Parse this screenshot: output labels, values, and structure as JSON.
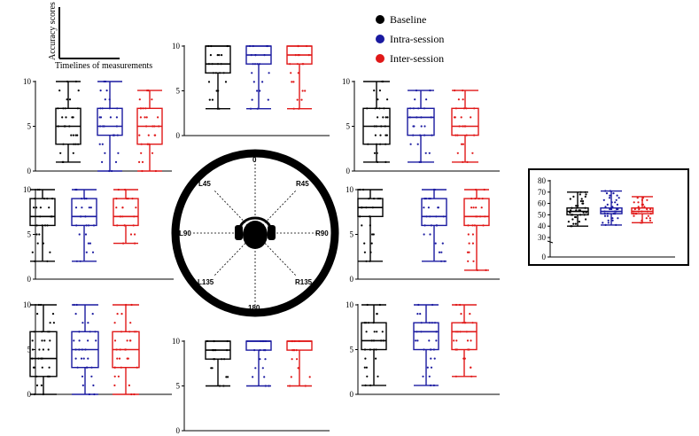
{
  "legend": {
    "items": [
      {
        "label": "Baseline",
        "color": "#000000"
      },
      {
        "label": "Intra-session",
        "color": "#1a1aa0"
      },
      {
        "label": "Inter-session",
        "color": "#e01818"
      }
    ]
  },
  "axis_key": {
    "ylabel": "Accuracy scores",
    "xlabel": "Timelines of measurements"
  },
  "dial": {
    "labels": [
      "0",
      "R45",
      "R90",
      "R135",
      "180",
      "L135",
      "L90",
      "L45"
    ],
    "icon": "head-with-headphones-icon"
  },
  "chart_data": [
    {
      "type": "box",
      "panel": "0",
      "yticks": [
        "0",
        "5",
        "10"
      ],
      "ylim": [
        0,
        10
      ],
      "series": [
        {
          "name": "Baseline",
          "min": 3,
          "q1": 7,
          "median": 8,
          "q3": 10,
          "max": 10
        },
        {
          "name": "Intra-session",
          "min": 3,
          "q1": 8,
          "median": 9,
          "q3": 10,
          "max": 10
        },
        {
          "name": "Inter-session",
          "min": 3,
          "q1": 8,
          "median": 9,
          "q3": 10,
          "max": 10
        }
      ]
    },
    {
      "type": "box",
      "panel": "L45",
      "yticks": [
        "0",
        "5",
        "10"
      ],
      "ylim": [
        0,
        10
      ],
      "series": [
        {
          "name": "Baseline",
          "min": 1,
          "q1": 3,
          "median": 5,
          "q3": 7,
          "max": 10
        },
        {
          "name": "Intra-session",
          "min": 0,
          "q1": 4,
          "median": 5,
          "q3": 7,
          "max": 10
        },
        {
          "name": "Inter-session",
          "min": 0,
          "q1": 3,
          "median": 5,
          "q3": 7,
          "max": 9
        }
      ]
    },
    {
      "type": "box",
      "panel": "R45",
      "yticks": [
        "0",
        "5",
        "10"
      ],
      "ylim": [
        0,
        10
      ],
      "series": [
        {
          "name": "Baseline",
          "min": 1,
          "q1": 3,
          "median": 5,
          "q3": 7,
          "max": 10
        },
        {
          "name": "Intra-session",
          "min": 1,
          "q1": 4,
          "median": 6,
          "q3": 7,
          "max": 9
        },
        {
          "name": "Inter-session",
          "min": 1,
          "q1": 4,
          "median": 5,
          "q3": 7,
          "max": 9
        }
      ]
    },
    {
      "type": "box",
      "panel": "L90",
      "yticks": [
        "0",
        "5",
        "10"
      ],
      "ylim": [
        0,
        10
      ],
      "series": [
        {
          "name": "Baseline",
          "min": 2,
          "q1": 6,
          "median": 7,
          "q3": 9,
          "max": 10
        },
        {
          "name": "Intra-session",
          "min": 2,
          "q1": 6,
          "median": 7,
          "q3": 9,
          "max": 10
        },
        {
          "name": "Inter-session",
          "min": 4,
          "q1": 6,
          "median": 7,
          "q3": 9,
          "max": 10
        }
      ]
    },
    {
      "type": "box",
      "panel": "R90",
      "yticks": [
        "0",
        "5",
        "10"
      ],
      "ylim": [
        0,
        10
      ],
      "series": [
        {
          "name": "Baseline",
          "min": 2,
          "q1": 7,
          "median": 8,
          "q3": 9,
          "max": 10
        },
        {
          "name": "Intra-session",
          "min": 2,
          "q1": 6,
          "median": 7,
          "q3": 9,
          "max": 10
        },
        {
          "name": "Inter-session",
          "min": 1,
          "q1": 6,
          "median": 7,
          "q3": 9,
          "max": 10
        }
      ]
    },
    {
      "type": "box",
      "panel": "L135",
      "yticks": [
        "0",
        "5",
        "10"
      ],
      "ylim": [
        0,
        10
      ],
      "series": [
        {
          "name": "Baseline",
          "min": 0,
          "q1": 2,
          "median": 4,
          "q3": 7,
          "max": 10
        },
        {
          "name": "Intra-session",
          "min": 0,
          "q1": 3,
          "median": 5,
          "q3": 7,
          "max": 10
        },
        {
          "name": "Inter-session",
          "min": 0,
          "q1": 3,
          "median": 5,
          "q3": 7,
          "max": 10
        }
      ]
    },
    {
      "type": "box",
      "panel": "180",
      "yticks": [
        "0",
        "5",
        "10"
      ],
      "ylim": [
        0,
        10
      ],
      "series": [
        {
          "name": "Baseline",
          "min": 5,
          "q1": 8,
          "median": 9,
          "q3": 10,
          "max": 10
        },
        {
          "name": "Intra-session",
          "min": 5,
          "q1": 9,
          "median": 10,
          "q3": 10,
          "max": 10
        },
        {
          "name": "Inter-session",
          "min": 5,
          "q1": 9,
          "median": 10,
          "q3": 10,
          "max": 10
        }
      ]
    },
    {
      "type": "box",
      "panel": "R135",
      "yticks": [
        "0",
        "5",
        "10"
      ],
      "ylim": [
        0,
        10
      ],
      "series": [
        {
          "name": "Baseline",
          "min": 1,
          "q1": 5,
          "median": 6,
          "q3": 8,
          "max": 10
        },
        {
          "name": "Intra-session",
          "min": 1,
          "q1": 5,
          "median": 7,
          "q3": 8,
          "max": 10
        },
        {
          "name": "Inter-session",
          "min": 2,
          "q1": 5,
          "median": 7,
          "q3": 8,
          "max": 10
        }
      ]
    },
    {
      "type": "box",
      "panel": "total",
      "yticks": [
        "0",
        "30",
        "40",
        "50",
        "60",
        "70",
        "80"
      ],
      "ylim": [
        30,
        80
      ],
      "series": [
        {
          "name": "Baseline",
          "min": 40,
          "q1": 50,
          "median": 53,
          "q3": 56,
          "max": 70
        },
        {
          "name": "Intra-session",
          "min": 41,
          "q1": 51,
          "median": 53,
          "q3": 56,
          "max": 71
        },
        {
          "name": "Inter-session",
          "min": 43,
          "q1": 51,
          "median": 53,
          "q3": 56,
          "max": 66
        }
      ]
    }
  ]
}
